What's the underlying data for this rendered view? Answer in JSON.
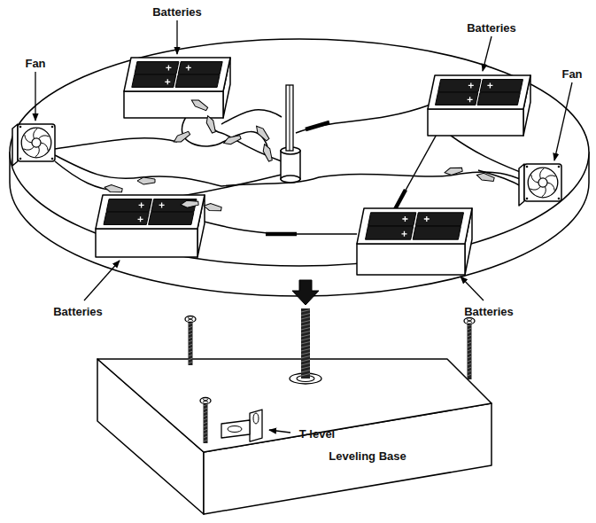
{
  "diagram": {
    "labels": [
      "Batteries",
      "Batteries",
      "Fan",
      "Fan",
      "Batteries",
      "Batteries",
      "T-level",
      "Leveling Base"
    ]
  }
}
